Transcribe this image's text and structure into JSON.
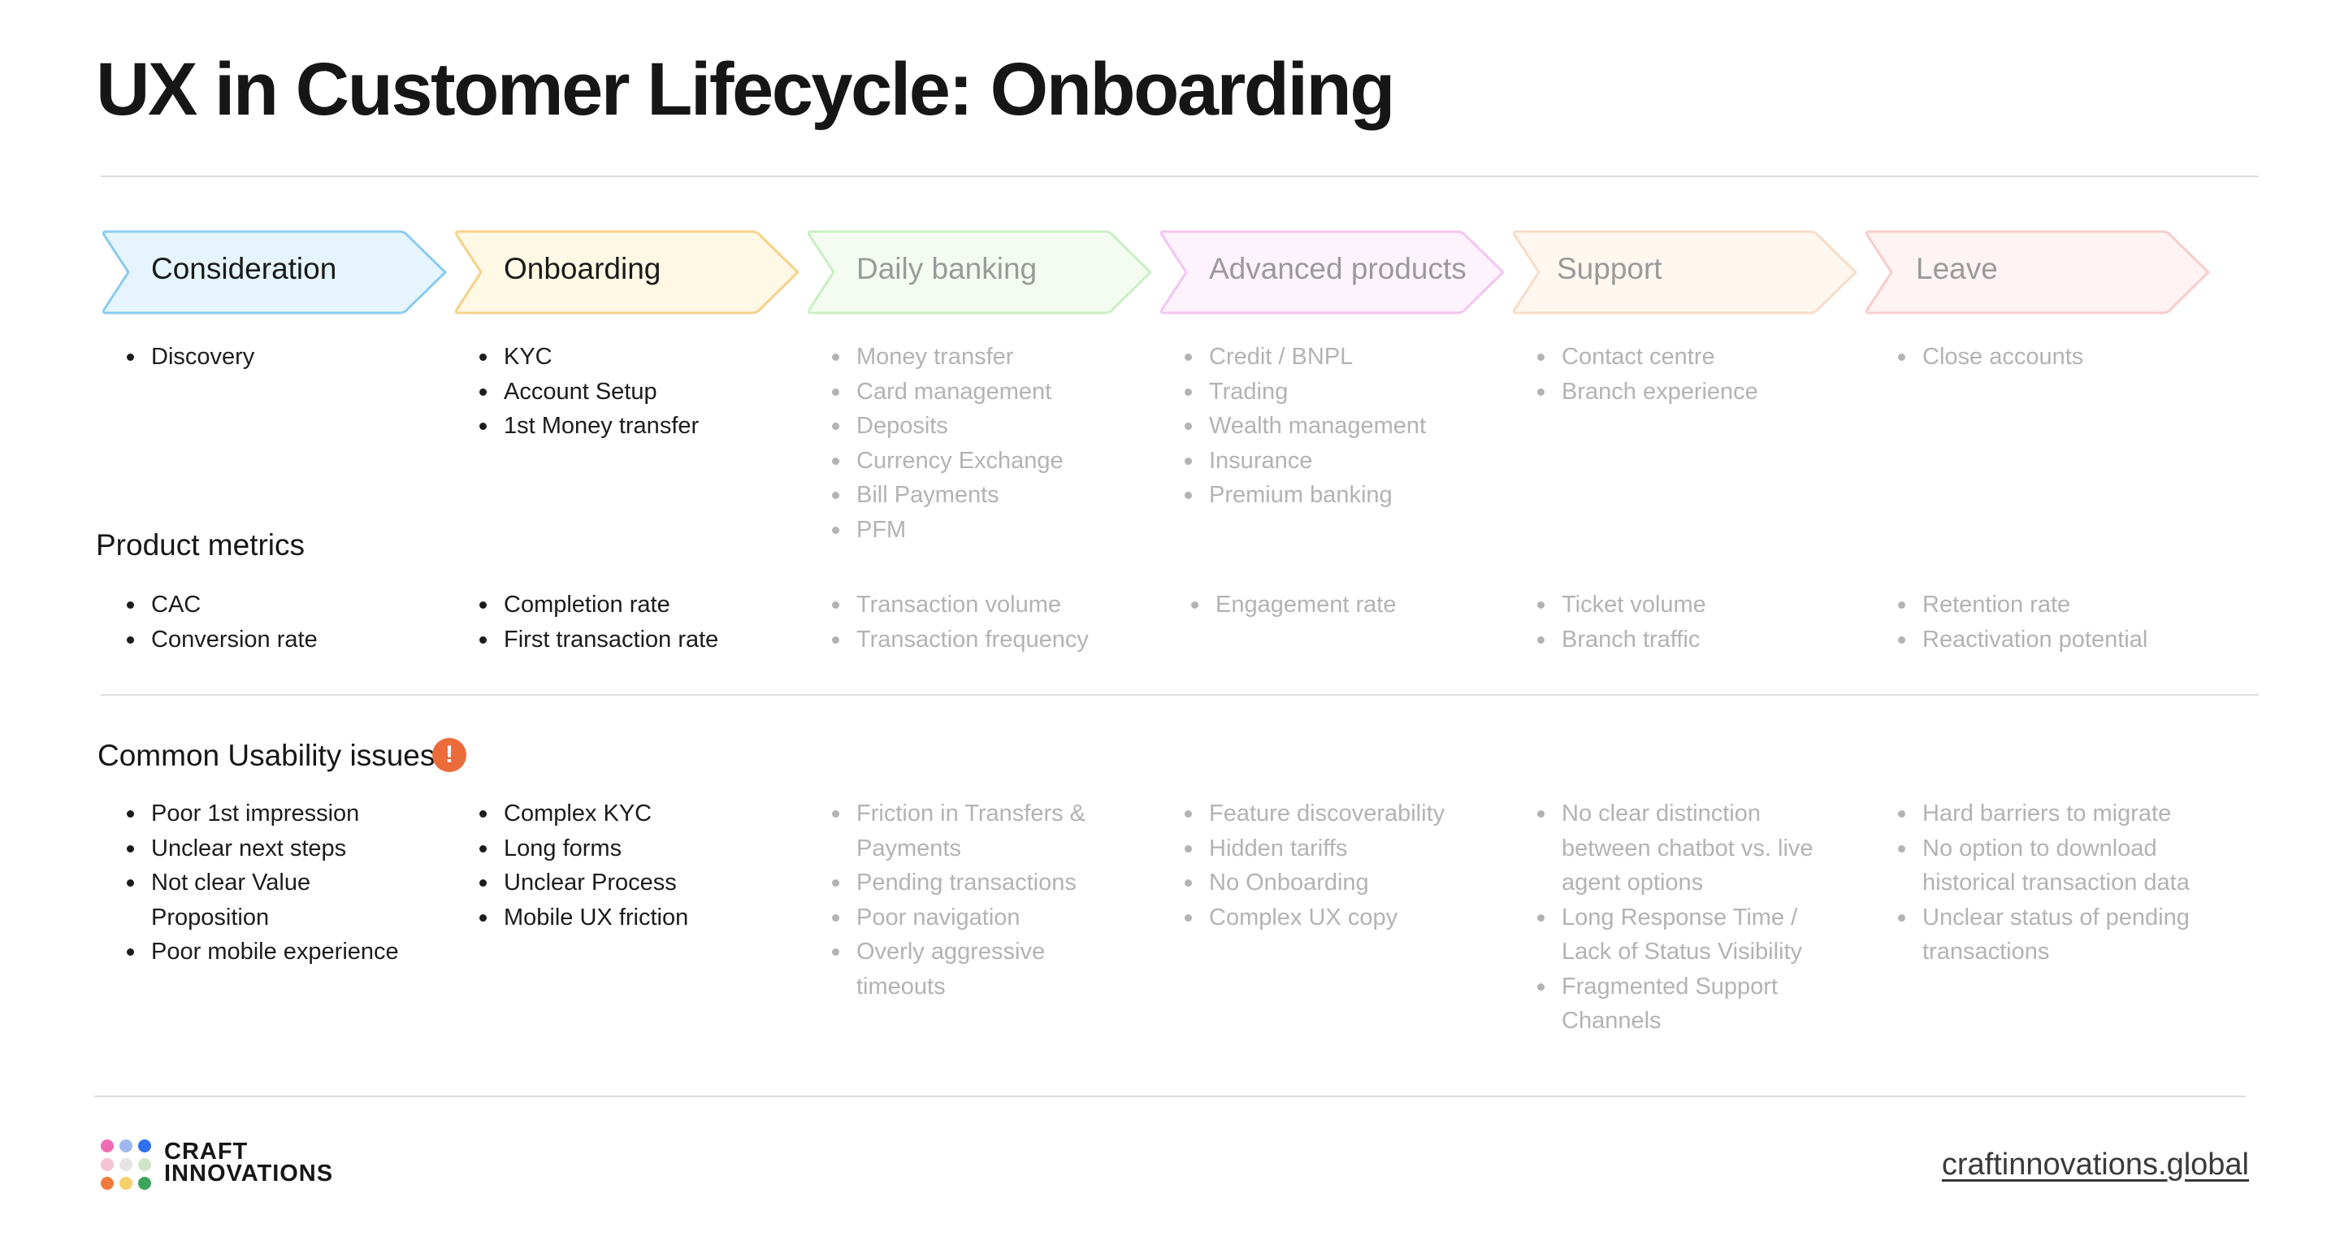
{
  "title": "UX in Customer Lifecycle: Onboarding",
  "stages": [
    {
      "label": "Consideration",
      "fill": "#e6f5fd",
      "stroke": "#8ccbf2",
      "text": "#1a1a1a"
    },
    {
      "label": "Onboarding",
      "fill": "#fff8e5",
      "stroke": "#f5d28a",
      "text": "#1a1a1a"
    },
    {
      "label": "Daily banking",
      "fill": "#f4fcf2",
      "stroke": "#c9efc3",
      "text": "#9a9a9a"
    },
    {
      "label": "Advanced products",
      "fill": "#fdf3fd",
      "stroke": "#f3c5f1",
      "text": "#9a9a9a"
    },
    {
      "label": "Support",
      "fill": "#fff7f0",
      "stroke": "#f8dcc6",
      "text": "#9a9a9a"
    },
    {
      "label": "Leave",
      "fill": "#fff3f3",
      "stroke": "#f8cccc",
      "text": "#9a9a9a"
    }
  ],
  "features": [
    [
      "Discovery"
    ],
    [
      "KYC",
      "Account Setup",
      "1st Money transfer"
    ],
    [
      "Money transfer",
      "Card management",
      "Deposits",
      "Currency Exchange",
      "Bill Payments",
      "PFM"
    ],
    [
      "Credit / BNPL",
      "Trading",
      "Wealth management",
      "Insurance",
      "Premium banking"
    ],
    [
      "Contact centre",
      "Branch experience"
    ],
    [
      "Close accounts"
    ]
  ],
  "product_metrics": {
    "heading": "Product metrics",
    "columns": [
      [
        "CAC",
        "Conversion rate"
      ],
      [
        "Completion rate",
        "First transaction rate"
      ],
      [
        "Transaction volume",
        "Transaction frequency"
      ],
      [
        "Engagement rate"
      ],
      [
        "Ticket volume",
        "Branch traffic"
      ],
      [
        "Retention rate",
        "Reactivation potential"
      ]
    ]
  },
  "usability_issues": {
    "heading": "Common Usability issues",
    "warning_icon": "exclamation-circle-icon",
    "warning_glyph": "!",
    "columns": [
      [
        "Poor 1st impression",
        "Unclear next steps",
        "Not clear Value\nProposition",
        "Poor mobile experience"
      ],
      [
        "Complex KYC",
        "Long forms",
        "Unclear Process",
        "Mobile UX friction"
      ],
      [
        "Friction in Transfers &\nPayments",
        "Pending transactions",
        "Poor navigation",
        "Overly aggressive\ntimeouts"
      ],
      [
        "Feature discoverability",
        "Hidden tariffs",
        "No Onboarding",
        "Complex UX copy"
      ],
      [
        "No clear distinction\nbetween chatbot vs. live\nagent options",
        "Long Response Time /\nLack of Status Visibility",
        "Fragmented Support\nChannels"
      ],
      [
        "Hard barriers to migrate",
        "No option to download\nhistorical transaction data",
        "Unclear status of pending\ntransactions"
      ]
    ]
  },
  "footer": {
    "logo_line1": "CRAFT",
    "logo_line2": "INNOVATIONS",
    "logo_dot_colors": [
      "#f06bb4",
      "#9eb8ee",
      "#2f6ff0",
      "#f7c3d4",
      "#e4e4e4",
      "#cfe5c8",
      "#f07a3a",
      "#f7d16a",
      "#3ba55c"
    ],
    "website": "craftinnovations.global"
  }
}
